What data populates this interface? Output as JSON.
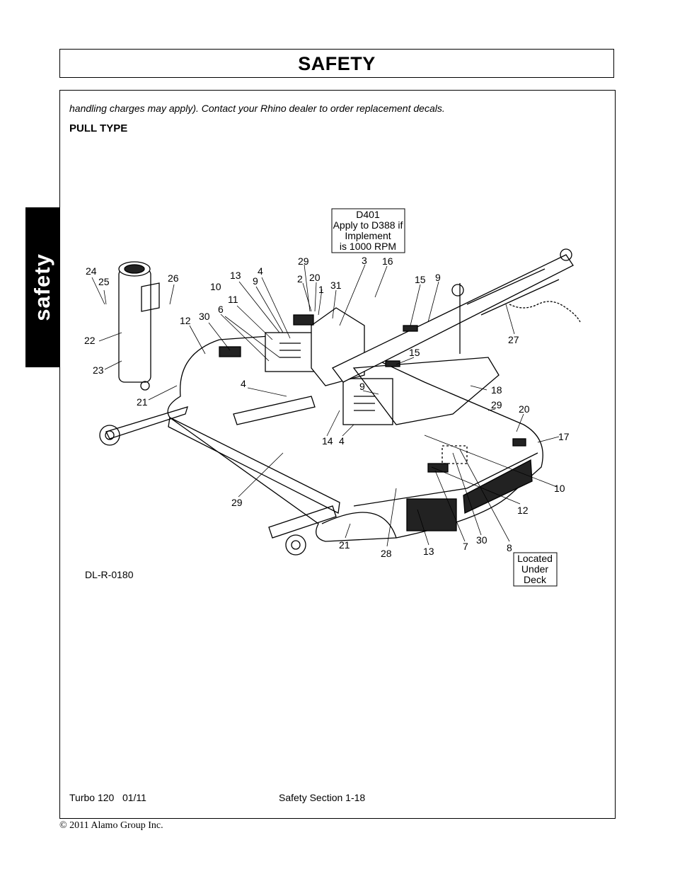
{
  "header": {
    "title": "SAFETY"
  },
  "side_tab": {
    "label": "safety"
  },
  "content": {
    "intro_text": "handling charges may apply). Contact your Rhino dealer to order replacement decals.",
    "section_heading": "PULL TYPE"
  },
  "figure": {
    "note_box_lines": [
      "D401",
      "Apply to D388 if",
      "Implement",
      "is 1000 RPM"
    ],
    "under_deck_lines": [
      "Located",
      "Under",
      "Deck"
    ],
    "drawing_id": "DL-R-0180",
    "callouts": [
      "24",
      "25",
      "26",
      "22",
      "23",
      "21",
      "12",
      "30",
      "10",
      "6",
      "13",
      "11",
      "4",
      "9",
      "29",
      "2",
      "20",
      "1",
      "3",
      "31",
      "16",
      "15",
      "9",
      "15",
      "27",
      "18",
      "29",
      "20",
      "17",
      "4",
      "9",
      "14",
      "4",
      "10",
      "29",
      "12",
      "21",
      "28",
      "13",
      "7",
      "30",
      "8"
    ]
  },
  "footer": {
    "model_date": "Turbo 120   01/11",
    "page_label": "Safety Section 1-18",
    "copyright": "© 2011 Alamo Group Inc."
  }
}
